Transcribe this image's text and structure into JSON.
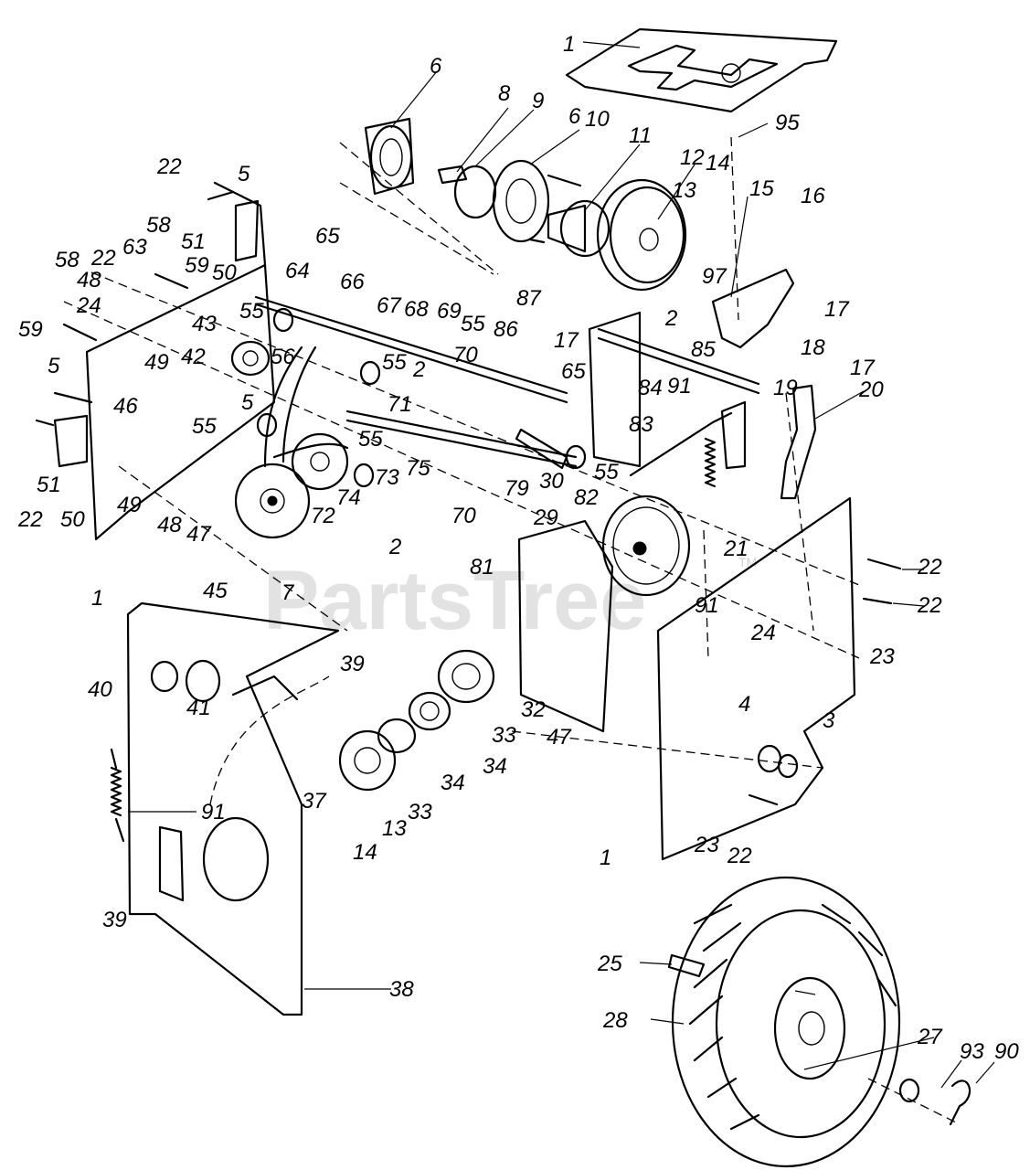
{
  "watermark": {
    "text": "PartsTree",
    "trademark": "TM"
  },
  "callouts": [
    {
      "label": "1"
    },
    {
      "label": "6"
    },
    {
      "label": "8"
    },
    {
      "label": "9"
    },
    {
      "label": "6"
    },
    {
      "label": "10"
    },
    {
      "label": "11"
    },
    {
      "label": "12"
    },
    {
      "label": "13"
    },
    {
      "label": "14"
    },
    {
      "label": "95"
    },
    {
      "label": "22"
    },
    {
      "label": "5"
    },
    {
      "label": "15"
    },
    {
      "label": "16"
    },
    {
      "label": "58"
    },
    {
      "label": "51"
    },
    {
      "label": "50"
    },
    {
      "label": "65"
    },
    {
      "label": "87"
    },
    {
      "label": "97"
    },
    {
      "label": "17"
    },
    {
      "label": "58"
    },
    {
      "label": "22"
    },
    {
      "label": "63"
    },
    {
      "label": "59"
    },
    {
      "label": "64"
    },
    {
      "label": "66"
    },
    {
      "label": "48"
    },
    {
      "label": "24"
    },
    {
      "label": "55"
    },
    {
      "label": "67"
    },
    {
      "label": "68"
    },
    {
      "label": "69"
    },
    {
      "label": "55"
    },
    {
      "label": "86"
    },
    {
      "label": "2"
    },
    {
      "label": "59"
    },
    {
      "label": "43"
    },
    {
      "label": "56"
    },
    {
      "label": "49"
    },
    {
      "label": "42"
    },
    {
      "label": "55"
    },
    {
      "label": "70"
    },
    {
      "label": "2"
    },
    {
      "label": "17"
    },
    {
      "label": "85"
    },
    {
      "label": "18"
    },
    {
      "label": "65"
    },
    {
      "label": "5"
    },
    {
      "label": "5"
    },
    {
      "label": "71"
    },
    {
      "label": "17"
    },
    {
      "label": "84"
    },
    {
      "label": "91"
    },
    {
      "label": "19"
    },
    {
      "label": "20"
    },
    {
      "label": "46"
    },
    {
      "label": "55"
    },
    {
      "label": "83"
    },
    {
      "label": "55"
    },
    {
      "label": "55"
    },
    {
      "label": "73"
    },
    {
      "label": "75"
    },
    {
      "label": "51"
    },
    {
      "label": "22"
    },
    {
      "label": "50"
    },
    {
      "label": "49"
    },
    {
      "label": "48"
    },
    {
      "label": "47"
    },
    {
      "label": "74"
    },
    {
      "label": "72"
    },
    {
      "label": "79"
    },
    {
      "label": "30"
    },
    {
      "label": "82"
    },
    {
      "label": "29"
    },
    {
      "label": "2"
    },
    {
      "label": "70"
    },
    {
      "label": "21"
    },
    {
      "label": "22"
    },
    {
      "label": "22"
    },
    {
      "label": "45"
    },
    {
      "label": "7"
    },
    {
      "label": "1"
    },
    {
      "label": "81"
    },
    {
      "label": "91"
    },
    {
      "label": "24"
    },
    {
      "label": "23"
    },
    {
      "label": "39"
    },
    {
      "label": "40"
    },
    {
      "label": "41"
    },
    {
      "label": "32"
    },
    {
      "label": "33"
    },
    {
      "label": "47"
    },
    {
      "label": "4"
    },
    {
      "label": "3"
    },
    {
      "label": "34"
    },
    {
      "label": "34"
    },
    {
      "label": "37"
    },
    {
      "label": "91"
    },
    {
      "label": "33"
    },
    {
      "label": "13"
    },
    {
      "label": "14"
    },
    {
      "label": "1"
    },
    {
      "label": "23"
    },
    {
      "label": "22"
    },
    {
      "label": "39"
    },
    {
      "label": "25"
    },
    {
      "label": "38"
    },
    {
      "label": "28"
    },
    {
      "label": "27"
    },
    {
      "label": "93"
    },
    {
      "label": "90"
    }
  ]
}
